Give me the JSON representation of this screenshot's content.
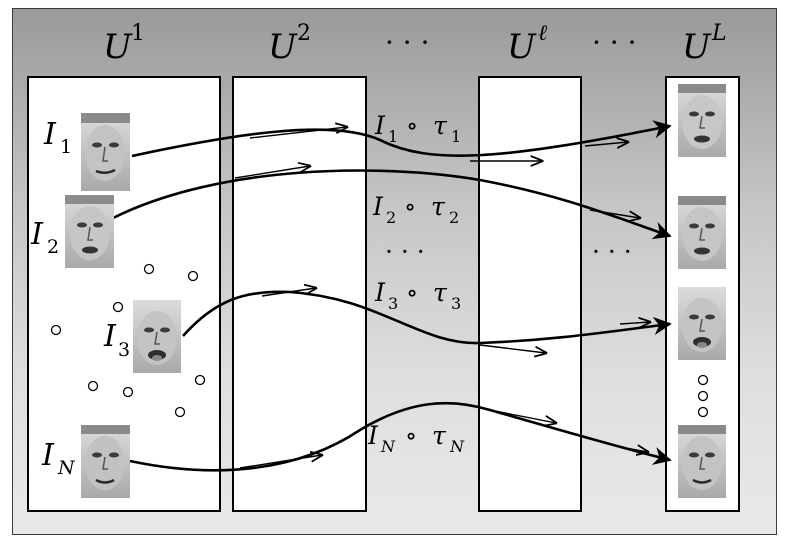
{
  "columns": [
    {
      "base": "U",
      "sup": "1"
    },
    {
      "base": "U",
      "sup": "2"
    },
    {
      "base": "U",
      "sup": "ℓ"
    },
    {
      "base": "U",
      "sup": "L"
    }
  ],
  "column_ellipsis": "· · ·",
  "images": [
    {
      "base": "I",
      "sub": "1"
    },
    {
      "base": "I",
      "sub": "2"
    },
    {
      "base": "I",
      "sub": "3"
    },
    {
      "base": "I",
      "sub": "N"
    }
  ],
  "transforms": [
    {
      "base": "I",
      "sub": "1",
      "op": "∘",
      "tau": "τ",
      "tsub": "1"
    },
    {
      "base": "I",
      "sub": "2",
      "op": "∘",
      "tau": "τ",
      "tsub": "2"
    },
    {
      "base": "I",
      "sub": "3",
      "op": "∘",
      "tau": "τ",
      "tsub": "3"
    },
    {
      "base": "I",
      "sub": "N",
      "op": "∘",
      "tau": "τ",
      "tsub": "N"
    }
  ],
  "row_ellipsis": "· · ·",
  "colors": {
    "background_top": "#9a9a9a",
    "background_bottom": "#e9e9e9",
    "panel": "#ffffff",
    "stroke": "#000000"
  }
}
